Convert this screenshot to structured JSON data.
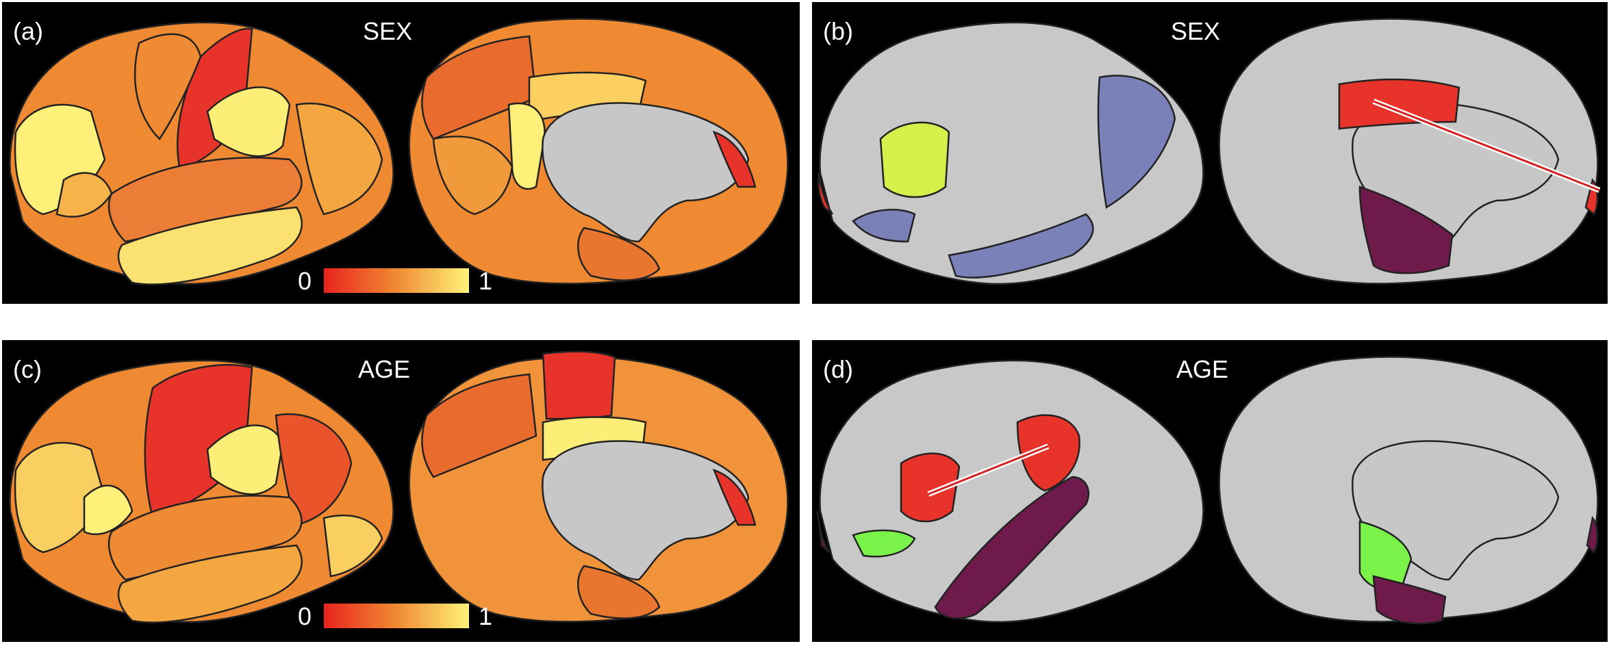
{
  "panels": [
    {
      "id": "a",
      "label": "(a)",
      "title": "SEX",
      "colorbar": {
        "min": "0",
        "max": "1"
      }
    },
    {
      "id": "b",
      "label": "(b)",
      "title": "SEX"
    },
    {
      "id": "c",
      "label": "(c)",
      "title": "AGE",
      "colorbar": {
        "min": "0",
        "max": "1"
      }
    },
    {
      "id": "d",
      "label": "(d)",
      "title": "AGE"
    }
  ],
  "colors": {
    "low": "#e8241f",
    "mid": "#f08a32",
    "high": "#fff27a",
    "cortex_gray": "#c8c8c8",
    "blue_region": "#7a80b8",
    "purple_region": "#6e1b4c",
    "green_region": "#7bf24a",
    "lime_region": "#d5ef4b"
  }
}
